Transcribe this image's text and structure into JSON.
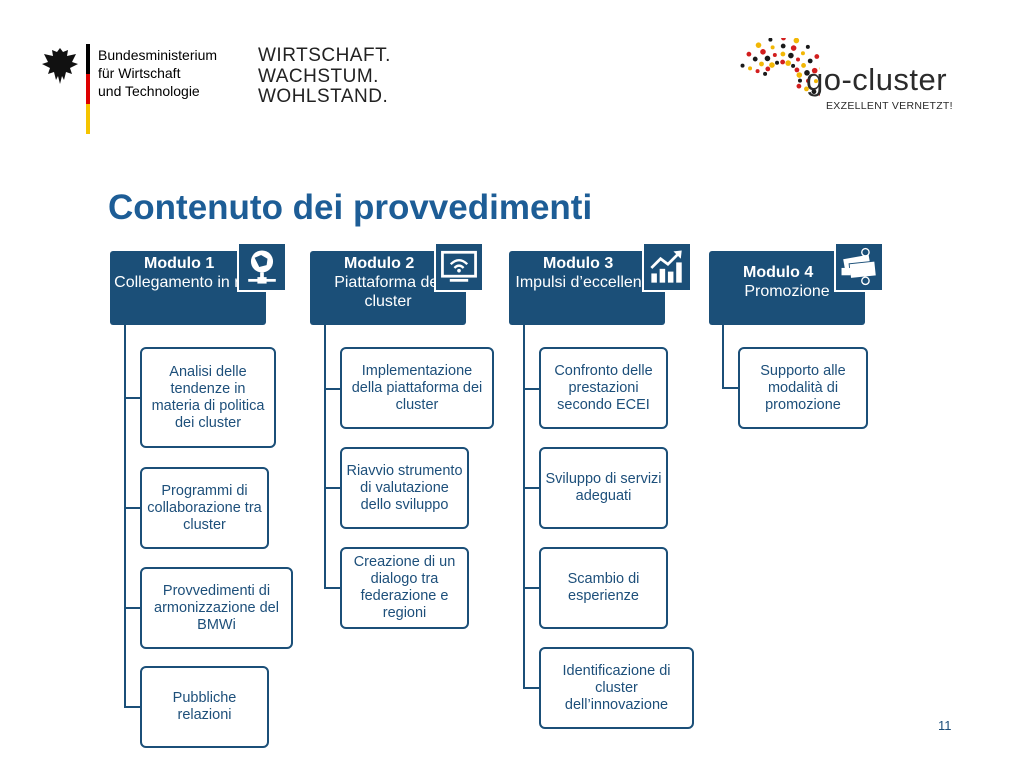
{
  "header": {
    "ministry_line1": "Bundesministerium",
    "ministry_line2": "für Wirtschaft",
    "ministry_line3": "und Technologie",
    "slogan_line1": "WIRTSCHAFT.",
    "slogan_line2": "WACHSTUM.",
    "slogan_line3": "WOHLSTAND.",
    "brand_name": "go-cluster",
    "brand_tagline": "EXZELLENT VERNETZT!"
  },
  "title": "Contenuto dei provvedimenti",
  "modules": [
    {
      "label": "Modulo 1",
      "subtitle": "Collegamento in rete",
      "icon": "network-icon",
      "items": [
        "Analisi delle tendenze in materia di politica dei cluster",
        "Programmi di collaborazione tra cluster",
        "Provvedimenti di armonizzazione del BMWi",
        "Pubbliche relazioni"
      ]
    },
    {
      "label": "Modulo 2",
      "subtitle": "Piattaforma dei cluster",
      "icon": "monitor-wifi-icon",
      "items": [
        "Implementazione della piattaforma dei cluster",
        "Riavvio strumento di valutazione dello sviluppo",
        "Creazione di un dialogo tra federazione e regioni"
      ]
    },
    {
      "label": "Modulo 3",
      "subtitle": "Impulsi d’eccellenza",
      "icon": "growth-chart-icon",
      "items": [
        "Confronto delle prestazioni secondo ECEI",
        "Sviluppo di servizi adeguati",
        "Scambio di esperienze",
        "Identificazione di cluster dell’innovazione"
      ]
    },
    {
      "label": "Modulo 4",
      "subtitle": "Promozione",
      "icon": "money-icon",
      "items": [
        "Supporto alle modalità di promozione"
      ]
    }
  ],
  "page_number": "11",
  "colors": {
    "primary": "#1b4f78",
    "title": "#1d5d96"
  }
}
